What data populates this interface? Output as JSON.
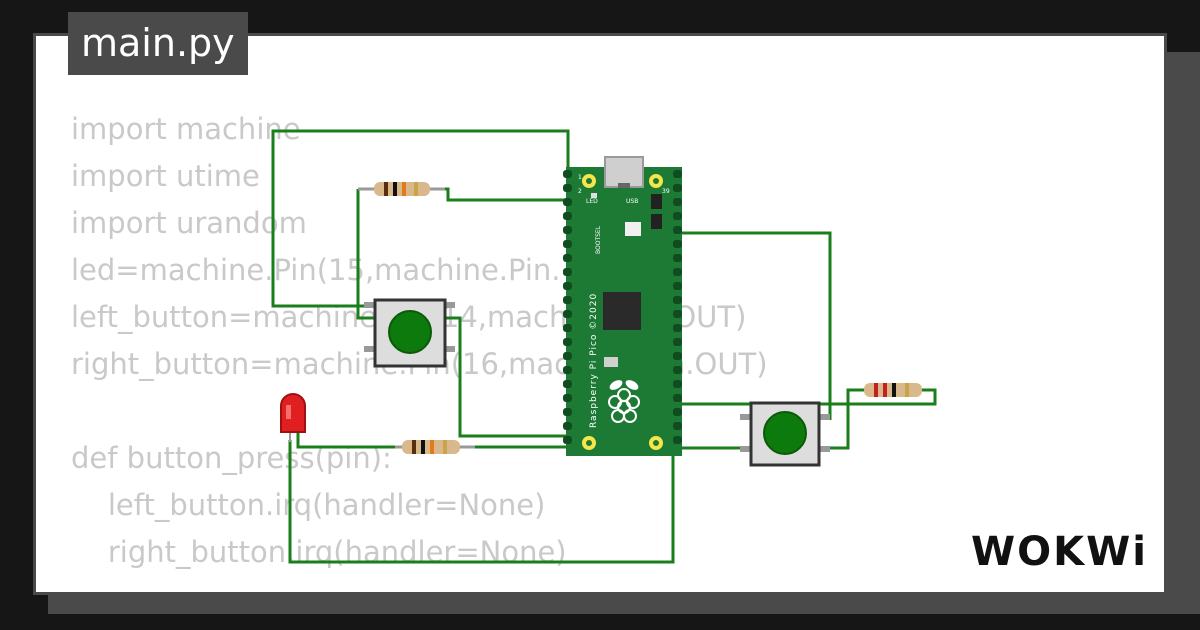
{
  "file_tab": {
    "label": "main.py"
  },
  "code_lines": [
    "import machine",
    "import utime",
    "import urandom",
    "led=machine.Pin(15,machine.Pin.",
    "left_button=machine.Pin(14,machine.Pin.OUT)",
    "right_button=machine.Pin(16,machine.Pin.OUT)",
    "",
    "def button_press(pin):",
    "    left_button.irq(handler=None)",
    "    right_button.irq(handler=None)"
  ],
  "board": {
    "name": "Raspberry Pi Pico ©2020",
    "usb_label": "USB",
    "led_label": "LED",
    "bootsel_label": "BOOTSEL",
    "pin_labels": [
      "1",
      "2",
      "39"
    ]
  },
  "brand": {
    "logo": "WOKWi"
  },
  "colors": {
    "wire": "#1a7f1a",
    "button": "#0d7a0d",
    "board": "#1d7a35",
    "led": "#e02020",
    "code_text": "#c9c9c9"
  }
}
